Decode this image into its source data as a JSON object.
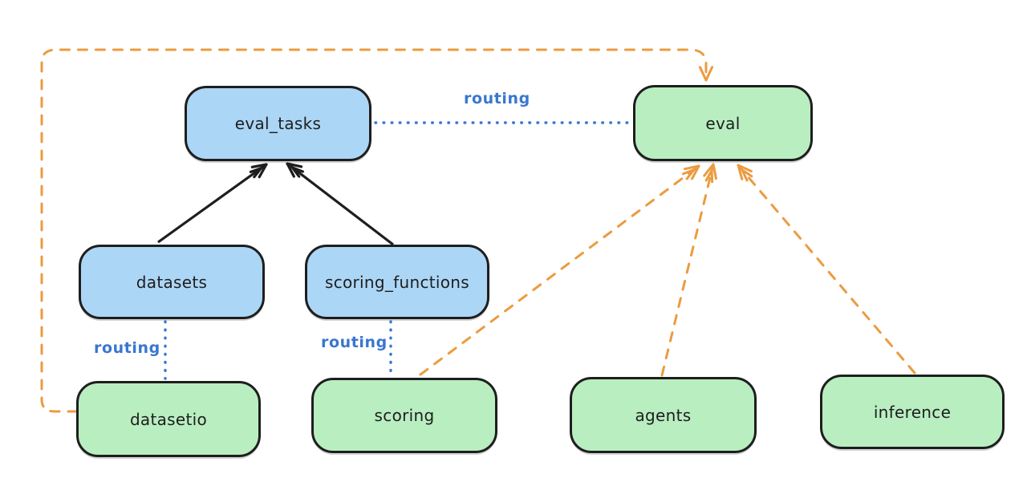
{
  "diagram": {
    "nodes": [
      {
        "id": "eval_tasks",
        "label": "eval_tasks",
        "color": "blue"
      },
      {
        "id": "eval",
        "label": "eval",
        "color": "green"
      },
      {
        "id": "datasets",
        "label": "datasets",
        "color": "blue"
      },
      {
        "id": "scoring_functions",
        "label": "scoring_functions",
        "color": "blue"
      },
      {
        "id": "datasetio",
        "label": "datasetio",
        "color": "green"
      },
      {
        "id": "scoring",
        "label": "scoring",
        "color": "green"
      },
      {
        "id": "agents",
        "label": "agents",
        "color": "green"
      },
      {
        "id": "inference",
        "label": "inference",
        "color": "green"
      }
    ],
    "edges": [
      {
        "from": "datasets",
        "to": "eval_tasks",
        "style": "solid-black-arrow"
      },
      {
        "from": "scoring_functions",
        "to": "eval_tasks",
        "style": "solid-black-arrow"
      },
      {
        "from": "eval_tasks",
        "to": "eval",
        "style": "dotted-blue-line",
        "label": "routing"
      },
      {
        "from": "datasets",
        "to": "datasetio",
        "style": "dotted-blue-line",
        "label": "routing"
      },
      {
        "from": "scoring_functions",
        "to": "scoring",
        "style": "dotted-blue-line",
        "label": "routing"
      },
      {
        "from": "datasetio",
        "to": "eval",
        "style": "dashed-orange-arrow"
      },
      {
        "from": "scoring",
        "to": "eval",
        "style": "dashed-orange-arrow"
      },
      {
        "from": "agents",
        "to": "eval",
        "style": "dashed-orange-arrow"
      },
      {
        "from": "inference",
        "to": "eval",
        "style": "dashed-orange-arrow"
      }
    ],
    "colors": {
      "background": "#ffffff",
      "stroke": "#1e1e1e",
      "blue_fill": "#acd6f6",
      "green_fill": "#b9eec1",
      "routing_blue": "#3a76d0",
      "orange": "#ec9b40"
    }
  }
}
